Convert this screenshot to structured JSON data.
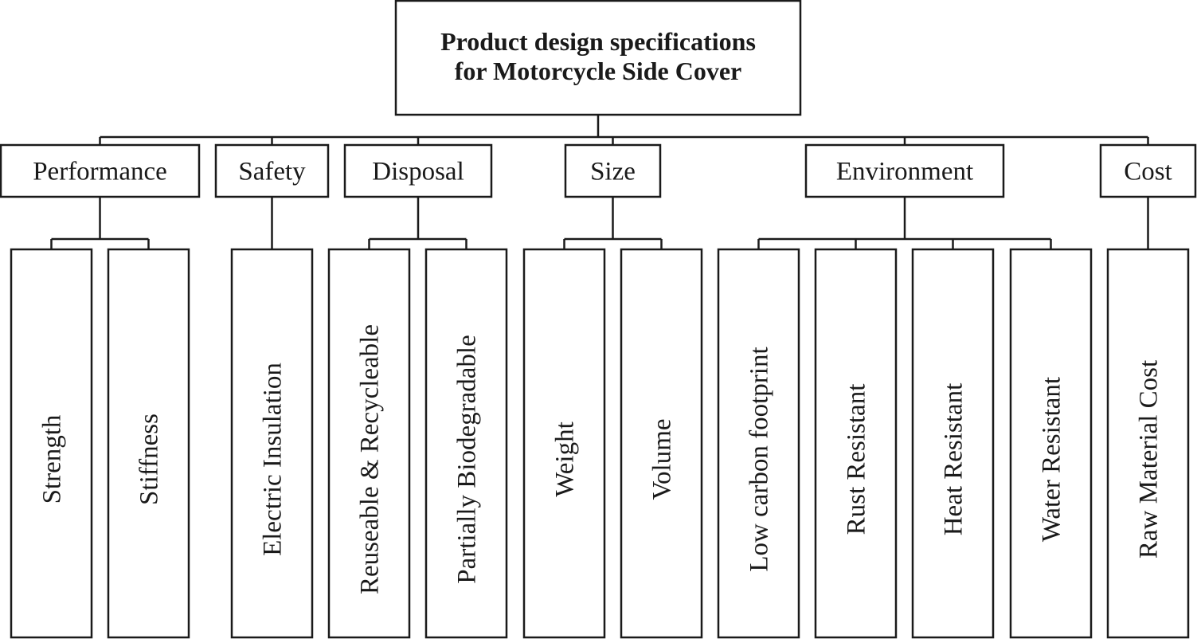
{
  "root": {
    "line1": "Product design specifications",
    "line2": "for Motorcycle Side Cover"
  },
  "categories": [
    {
      "label": "Performance",
      "children": [
        "Strength",
        "Stiffness"
      ]
    },
    {
      "label": "Safety",
      "children": [
        "Electric Insulation"
      ]
    },
    {
      "label": "Disposal",
      "children": [
        "Reuseable & Recycleable",
        "Partially Biodegradable"
      ]
    },
    {
      "label": "Size",
      "children": [
        "Weight",
        "Volume"
      ]
    },
    {
      "label": "Environment",
      "children": [
        "Low carbon footprint",
        "Rust Resistant",
        "Heat Resistant",
        "Water Resistant"
      ]
    },
    {
      "label": "Cost",
      "children": [
        "Raw Material Cost"
      ]
    }
  ]
}
